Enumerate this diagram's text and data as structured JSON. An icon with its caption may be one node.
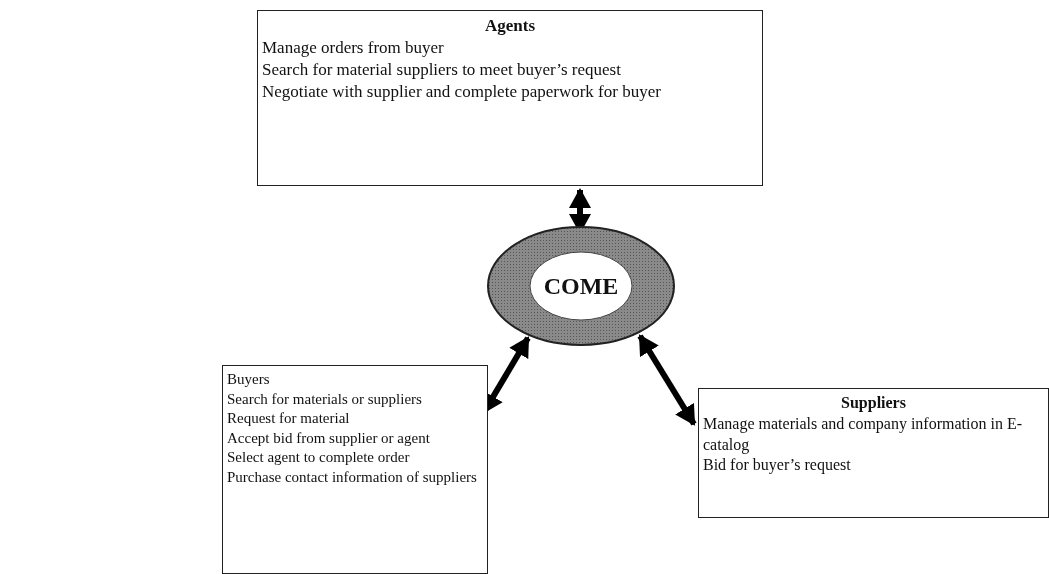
{
  "diagram": {
    "nodes": [
      {
        "text": [
          "Agents",
          "Manage orders from buyer",
          "Search for material suppliers to meet buyer’s request",
          "Negotiate with supplier and complete paperwork for buyer"
        ]
      },
      {
        "text": [
          "COME"
        ]
      },
      {
        "text": [
          "Buyers",
          "Search for materials or suppliers",
          "Request for material",
          "Accept bid from supplier or agent",
          "Select agent to complete order",
          "Purchase contact information of suppliers"
        ]
      },
      {
        "text": [
          "Suppliers",
          "Manage materials and company information in E-catalog",
          "Bid for buyer’s request"
        ]
      }
    ],
    "edges": [
      {
        "from": 0,
        "to": 1,
        "arrow": "both"
      },
      {
        "from": 1,
        "to": 2,
        "arrow": "both"
      },
      {
        "from": 1,
        "to": 3,
        "arrow": "both"
      }
    ]
  }
}
